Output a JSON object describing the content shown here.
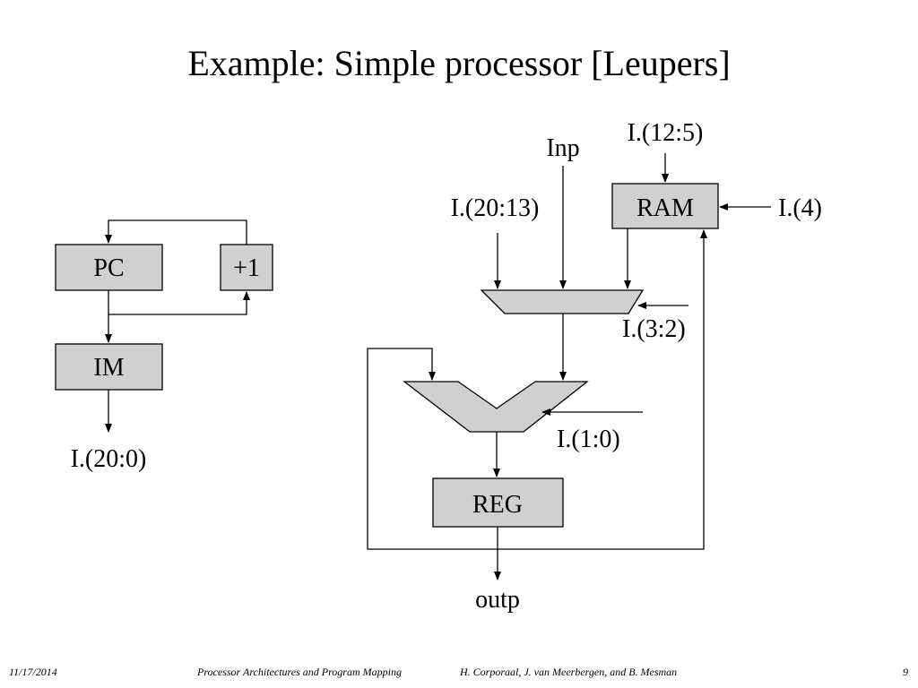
{
  "title": "Example: Simple processor [Leupers]",
  "left": {
    "pc": "PC",
    "plus_one": "+1",
    "im": "IM",
    "output": "I.(20:0)"
  },
  "right": {
    "ram_addr": "I.(12:5)",
    "inp": "Inp",
    "const_in": "I.(20:13)",
    "ram": "RAM",
    "ram_we": "I.(4)",
    "mux_sel": "I.(3:2)",
    "alu_sel": "I.(1:0)",
    "reg": "REG",
    "outp": "outp"
  },
  "footer": {
    "date": "11/17/2014",
    "course": "Processor Architectures and Program Mapping",
    "authors": "H. Corporaal,  J. van Meerbergen, and B. Mesman",
    "page": "9"
  }
}
